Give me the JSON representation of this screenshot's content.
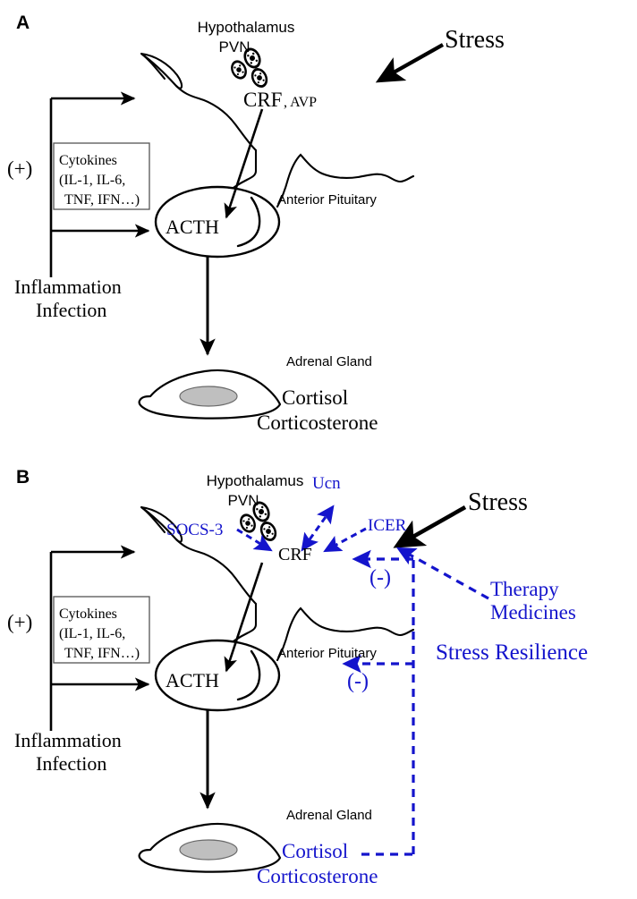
{
  "figure": {
    "type": "biological-pathway-diagram",
    "title": "HPA axis regulation under inflammation and stress",
    "colors": {
      "ink": "#000000",
      "accent_blue": "#1414CC",
      "nucleus_fill": "#BFBFBF",
      "background": "#FFFFFF"
    }
  },
  "panels": [
    {
      "id": "A",
      "letter": "A",
      "labels": {
        "hypothalamus": "Hypothalamus",
        "pvn": "PVN",
        "crf": "CRF",
        "avp": ", AVP",
        "stress": "Stress",
        "anterior_pituitary": "Anterior Pituitary",
        "acth": "ACTH",
        "adrenal_gland": "Adrenal Gland",
        "cortisol": "Cortisol",
        "corticosterone": "Corticosterone",
        "plus_sign": "(+)",
        "inflammation": "Inflammation",
        "infection": "Infection"
      },
      "cytokine_box": {
        "line1": "Cytokines",
        "line2": "(IL-1, IL-6,",
        "line3": "TNF, IFN…)"
      }
    },
    {
      "id": "B",
      "letter": "B",
      "labels": {
        "hypothalamus": "Hypothalamus",
        "pvn": "PVN",
        "crf": "CRF",
        "stress": "Stress",
        "anterior_pituitary": "Anterior Pituitary",
        "acth": "ACTH",
        "adrenal_gland": "Adrenal Gland",
        "cortisol": "Cortisol",
        "corticosterone": "Corticosterone",
        "plus_sign": "(+)",
        "inflammation": "Inflammation",
        "infection": "Infection"
      },
      "cytokine_box": {
        "line1": "Cytokines",
        "line2": "(IL-1, IL-6,",
        "line3": "TNF, IFN…)"
      },
      "modulators": {
        "socs3": "SOCS-3",
        "ucn": "Ucn",
        "icer": "ICER"
      },
      "feedback": {
        "minus_upper": "(-)",
        "minus_lower": "(-)"
      },
      "therapy": {
        "line1": "Therapy",
        "line2": "Medicines"
      },
      "resilience": "Stress Resilience"
    }
  ]
}
